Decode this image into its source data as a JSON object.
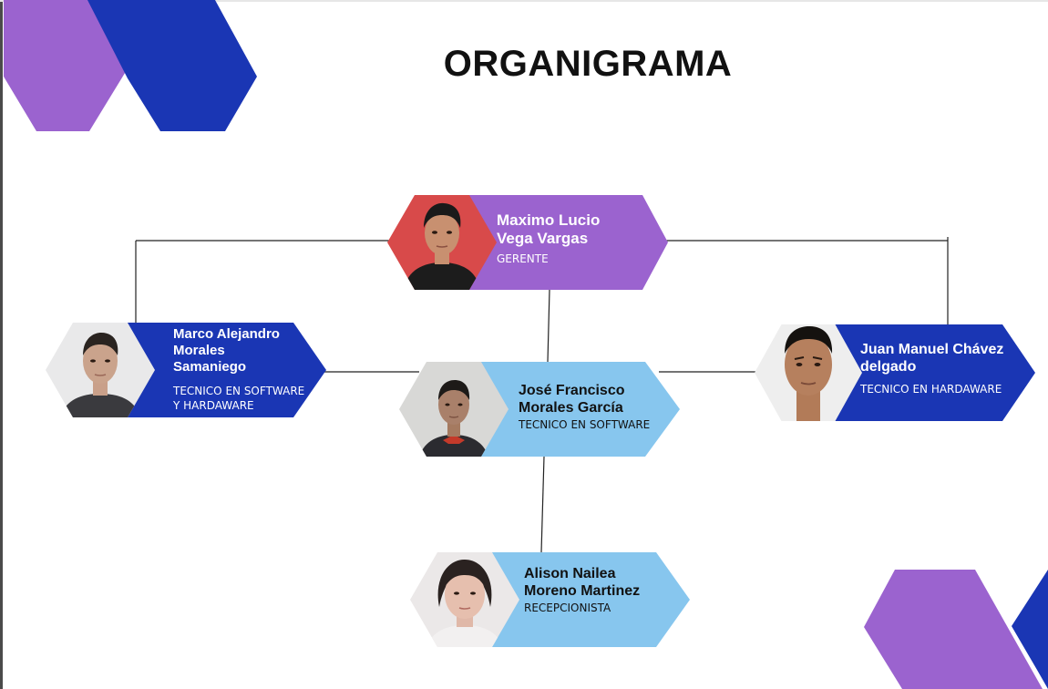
{
  "title": "ORGANIGRAMA",
  "colors": {
    "purple": "#9b63cf",
    "blue": "#1a36b4",
    "light_blue": "#87c6ee"
  },
  "nodes": {
    "gerente": {
      "name": "Maximo Lucio\nVega Vargas",
      "role": "GERENTE",
      "banner_color": "purple",
      "photo_bg": "#d84a4a"
    },
    "marco": {
      "name": "Marco Alejandro\nMorales\nSamaniego",
      "role": "TECNICO EN SOFTWARE\nY HARDAWARE",
      "banner_color": "blue",
      "photo_bg": "#e9e9ea"
    },
    "jose": {
      "name": "José Francisco\nMorales García",
      "role": "TECNICO EN SOFTWARE",
      "banner_color": "light_blue",
      "photo_bg": "#d8d8d6"
    },
    "juan": {
      "name": "Juan Manuel Chávez\ndelgado",
      "role": "TECNICO EN HARDAWARE",
      "banner_color": "blue",
      "photo_bg": "#eeeeee"
    },
    "alison": {
      "name": "Alison Nailea\nMoreno Martinez",
      "role": "RECEPCIONISTA",
      "banner_color": "light_blue",
      "photo_bg": "#ebe8e8"
    }
  },
  "edges": [
    {
      "from": "gerente",
      "to": "marco"
    },
    {
      "from": "gerente",
      "to": "juan"
    },
    {
      "from": "gerente",
      "to": "jose"
    },
    {
      "from": "jose",
      "to": "marco"
    },
    {
      "from": "jose",
      "to": "juan"
    },
    {
      "from": "jose",
      "to": "alison"
    }
  ]
}
